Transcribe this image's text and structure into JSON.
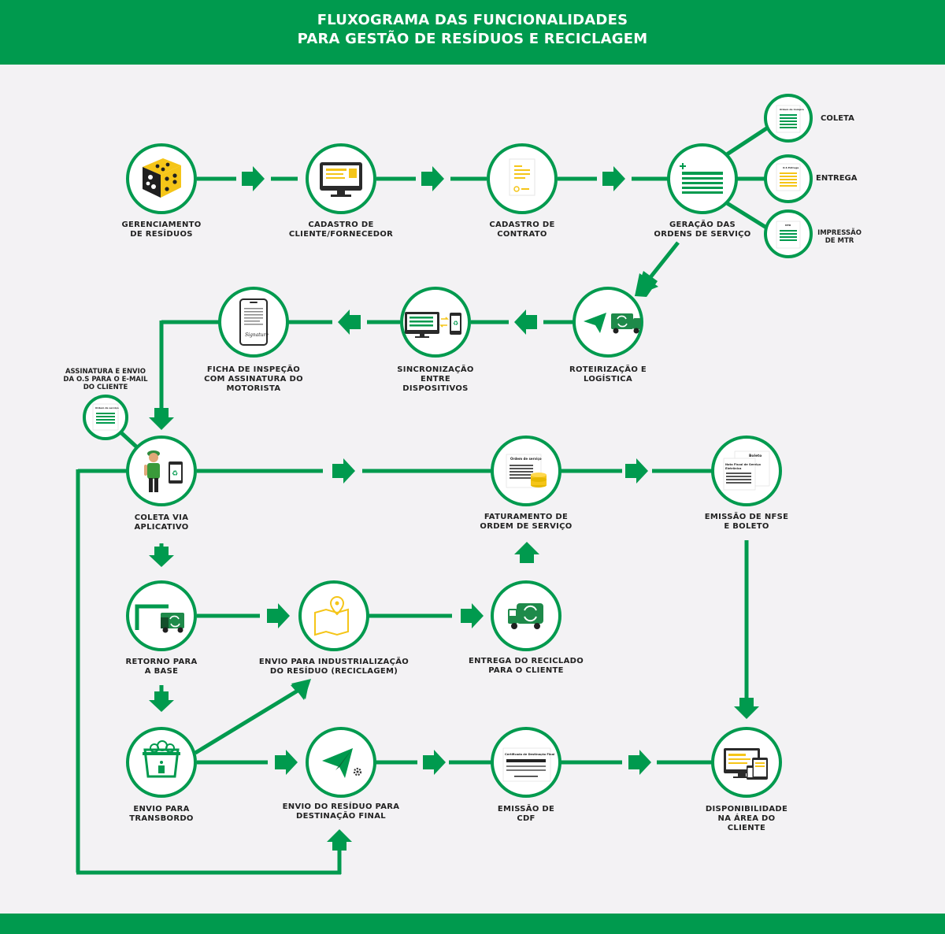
{
  "header": {
    "title_line1": "FLUXOGRAMA DAS FUNCIONALIDADES",
    "title_line2": "PARA GESTÃO DE RESÍDUOS E RECICLAGEM"
  },
  "colors": {
    "brand_green": "#009a4e",
    "accent_yellow": "#f5c518",
    "background": "#f3f2f4"
  },
  "steps": {
    "gerenciamento": {
      "l1": "GERENCIAMENTO",
      "l2": "DE RESÍDUOS",
      "icon": "dice-icon"
    },
    "cadastro_cliente": {
      "l1": "CADASTRO DE",
      "l2": "CLIENTE/FORNECEDOR",
      "icon": "monitor-icon"
    },
    "cadastro_contrato": {
      "l1": "CADASTRO DE",
      "l2": "CONTRATO",
      "icon": "contract-icon"
    },
    "geracao_os": {
      "l1": "GERAÇÃO DAS",
      "l2": "ORDENS DE SERVIÇO",
      "icon": "service-order-icon"
    },
    "roteirizacao": {
      "l1": "ROTEIRIZAÇÃO E",
      "l2": "LOGÍSTICA",
      "icon": "route-truck-icon"
    },
    "sincronizacao": {
      "l1": "SINCRONIZAÇÃO",
      "l2": "ENTRE",
      "l3": "DISPOSITIVOS",
      "icon": "devices-sync-icon"
    },
    "ficha": {
      "l1": "FICHA DE INSPEÇÃO",
      "l2": "COM ASSINATURA DO",
      "l3": "MOTORISTA",
      "icon": "phone-signature-icon",
      "signature_text": "Signature"
    },
    "coleta_app": {
      "l1": "COLETA VIA",
      "l2": "APLICATIVO",
      "icon": "worker-phone-icon"
    },
    "faturamento": {
      "l1": "FATURAMENTO DE",
      "l2": "ORDEM DE SERVIÇO",
      "icon": "invoice-coins-icon",
      "doc_title": "Ordem de serviço"
    },
    "nfse": {
      "l1": "EMISSÃO DE NFSE",
      "l2": "E BOLETO",
      "icon": "nfse-boleto-icon",
      "doc_boleto": "Boleto",
      "doc_nf_1": "Nota Fiscal de Serviço",
      "doc_nf_2": "Eletrônica"
    },
    "retorno": {
      "l1": "RETORNO PARA",
      "l2": "A BASE",
      "icon": "truck-garage-icon"
    },
    "industrializacao": {
      "l1": "ENVIO PARA INDUSTRIALIZAÇÃO",
      "l2": "DO RESÍDUO (RECICLAGEM)",
      "icon": "map-pin-icon"
    },
    "entrega_reciclado": {
      "l1": "ENTREGA DO RECICLADO",
      "l2": "PARA O CLIENTE",
      "icon": "recycle-truck-icon"
    },
    "transbordo": {
      "l1": "ENVIO PARA",
      "l2": "TRANSBORDO",
      "icon": "waste-bin-icon"
    },
    "destinacao": {
      "l1": "ENVIO DO RESÍDUO PARA",
      "l2": "DESTINAÇÃO FINAL",
      "icon": "paper-plane-gear-icon"
    },
    "cdf": {
      "l1": "EMISSÃO DE",
      "l2": "CDF",
      "icon": "certificate-icon",
      "doc_title": "Certificado de Destinação Final"
    },
    "disponibilidade": {
      "l1": "DISPONIBILIDADE",
      "l2": "NA ÁREA DO",
      "l3": "CLIENTE",
      "icon": "multi-device-icon"
    }
  },
  "branches": {
    "coleta": {
      "label": "COLETA",
      "doc_title": "Ordem de Compra"
    },
    "entrega": {
      "label": "ENTREGA",
      "doc_title": "O.S Entrega"
    },
    "mtr": {
      "l1": "IMPRESSÃO",
      "l2": "DE MTR",
      "doc_title": "MTR"
    }
  },
  "side_note": {
    "l1": "ASSINATURA E ENVIO",
    "l2": "DA O.S PARA O E-MAIL",
    "l3": "DO CLIENTE",
    "doc_title": "Ordem de serviço"
  }
}
